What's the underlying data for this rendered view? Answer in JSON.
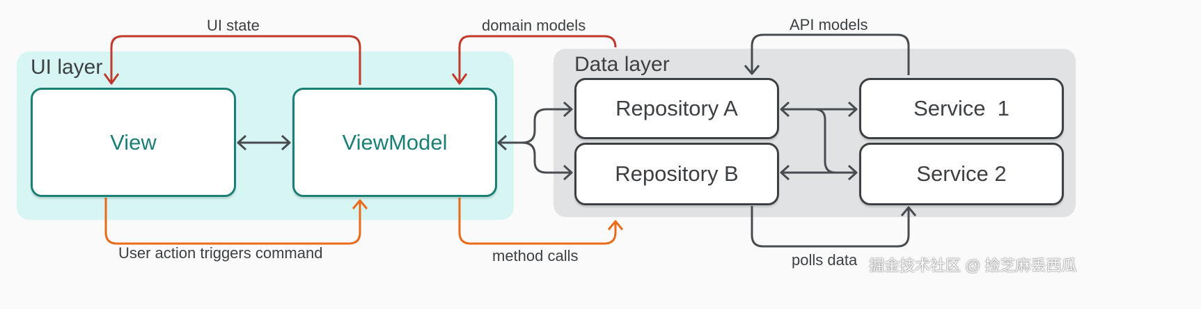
{
  "colors": {
    "ui_layer_bg": "#d6f5f3",
    "data_layer_bg": "#e1e2e3",
    "ui_accent": "#1a7f74",
    "state_arrow": "#c0392b",
    "action_arrow": "#ea6a1a",
    "neutral_arrow": "#484c50"
  },
  "ui_layer": {
    "title": "UI layer",
    "view_label": "View",
    "viewmodel_label": "ViewModel"
  },
  "data_layer": {
    "title": "Data layer",
    "repository_a": "Repository A",
    "repository_b": "Repository B",
    "service_1": "Service  1",
    "service_2": "Service 2"
  },
  "flows": {
    "ui_state": "UI state",
    "domain_models": "domain models",
    "api_models": "API models",
    "user_action": "User action triggers command",
    "method_calls": "method calls",
    "polls_data": "polls data"
  },
  "watermark": "掘金技术社区 @ 捡芝麻丢西瓜"
}
